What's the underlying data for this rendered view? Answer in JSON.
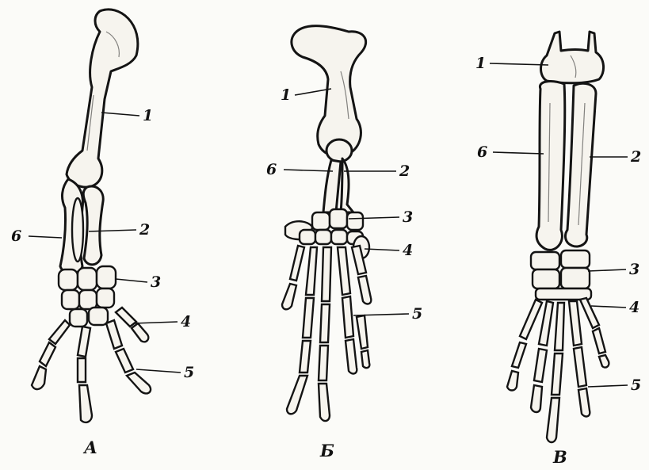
{
  "panels": [
    {
      "caption": "А",
      "labels": [
        "1",
        "6",
        "2",
        "3",
        "4",
        "5"
      ]
    },
    {
      "caption": "Б",
      "labels": [
        "1",
        "6",
        "2",
        "3",
        "4",
        "5"
      ]
    },
    {
      "caption": "В",
      "labels": [
        "1",
        "6",
        "2",
        "3",
        "4",
        "5"
      ]
    }
  ]
}
